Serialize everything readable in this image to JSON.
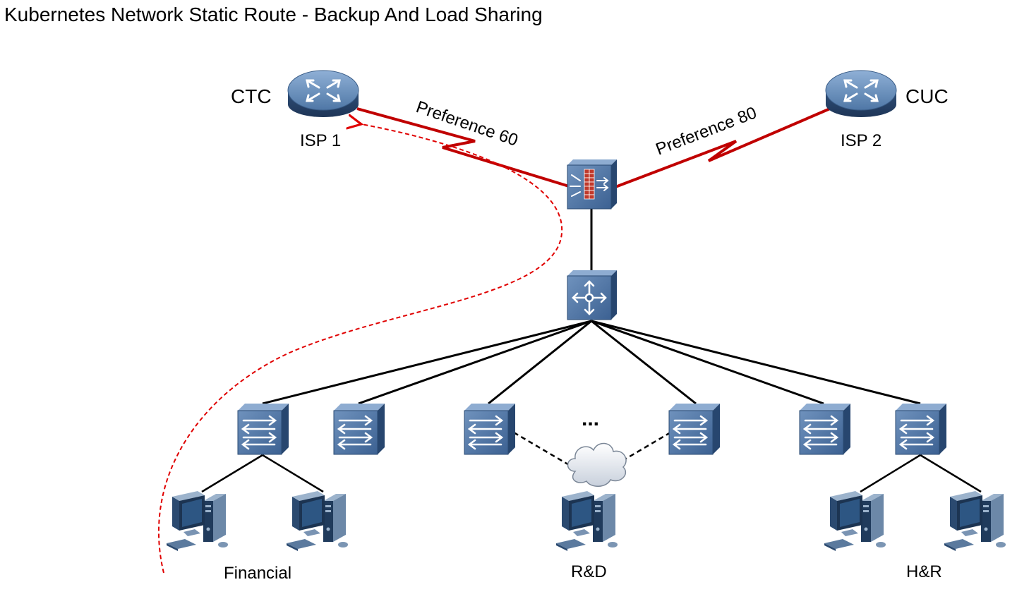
{
  "title": "Kubernetes Network Static Route - Backup And Load Sharing",
  "isp1": {
    "name": "CTC",
    "label": "ISP 1"
  },
  "isp2": {
    "name": "CUC",
    "label": "ISP 2"
  },
  "links": {
    "isp1_preference": "Preference 60",
    "isp2_preference": "Preference 80"
  },
  "ellipsis": "...",
  "groups": {
    "financial": "Financial",
    "rd": "R&D",
    "hr": "H&R"
  },
  "colors": {
    "wan_link": "#c00000",
    "backup_path": "#e00000",
    "device_fill": "#3d5f8a",
    "device_top": "#6e8fb8"
  }
}
